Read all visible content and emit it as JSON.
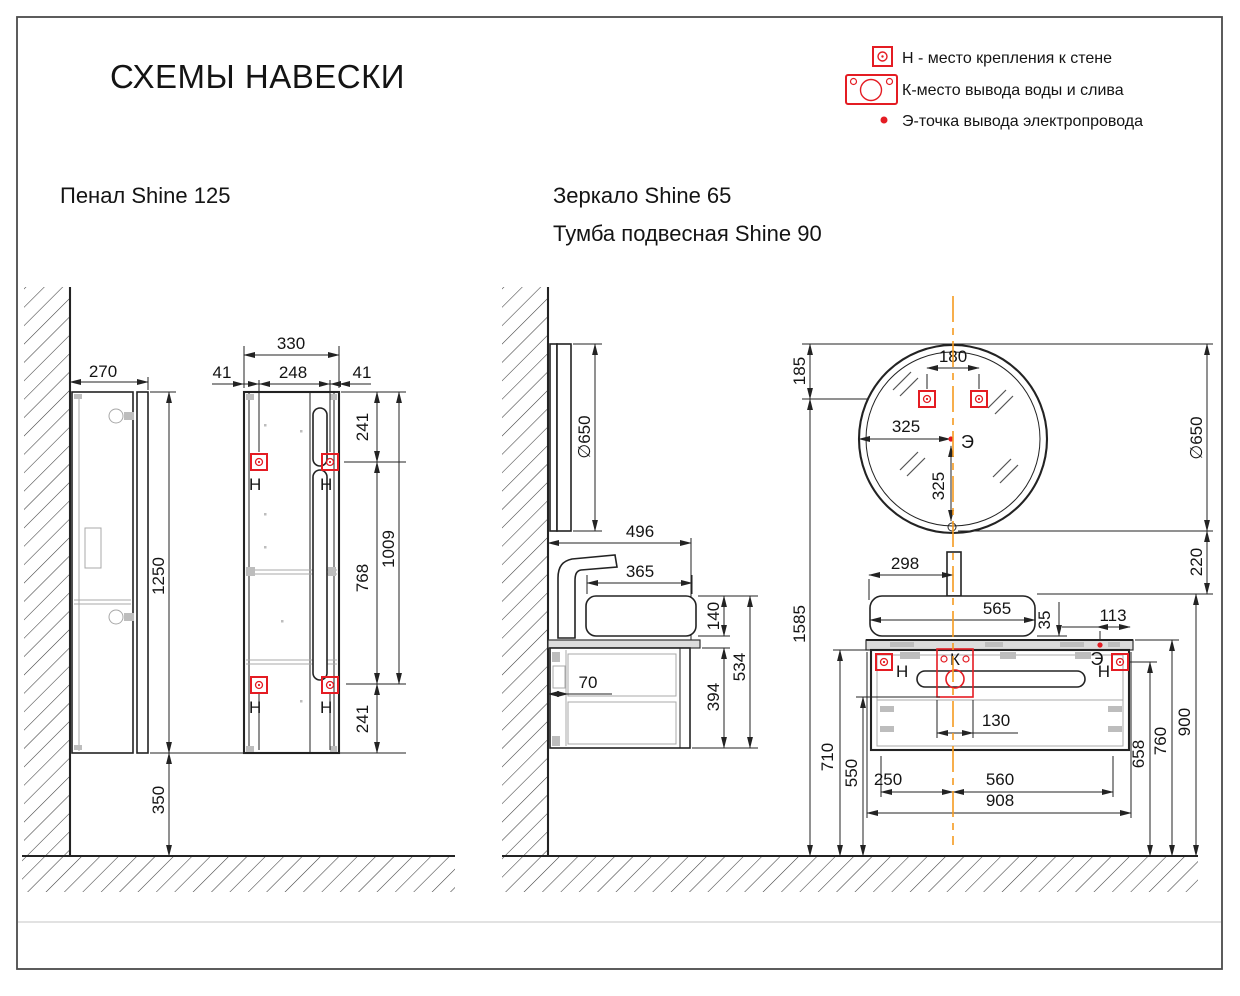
{
  "header": {
    "title": "СХЕМЫ НАВЕСКИ"
  },
  "legend": {
    "items": [
      {
        "icon": "wall-mount-icon",
        "label": "Н - место крепления к стене"
      },
      {
        "icon": "water-outlet-icon",
        "label": "К-место вывода воды и слива"
      },
      {
        "icon": "electric-point-icon",
        "label": "Э-точка вывода электропровода"
      }
    ]
  },
  "sections": {
    "pencil_label": "Пенал Shine 125",
    "mirror_label": "Зеркало Shine 65",
    "vanity_label": "Тумба подвесная Shine 90"
  },
  "drawings": {
    "pencil": {
      "wall_marker": "Н",
      "dims": {
        "depth": "270",
        "width": "330",
        "side_offset_left": "41",
        "mount_spacing": "248",
        "side_offset_right": "41",
        "top_to_mount": "241",
        "top_to_bottom_mount": "1009",
        "between_mounts": "768",
        "mount_to_bottom": "241",
        "height": "1250",
        "floor_clearance": "350"
      }
    },
    "vanity": {
      "markers": {
        "wall": "Н",
        "water": "К",
        "electric": "Э"
      },
      "dims": {
        "mirror_diameter_side": "∅650",
        "depth": "496",
        "sink_depth": "365",
        "sink_height": "140",
        "wall_gap": "70",
        "body_height": "394",
        "side_total_height": "534",
        "mount_line_height": "1585",
        "mirror_top_to_mount": "185",
        "mirror_mount_spacing": "180",
        "mirror_center_offset_h": "325",
        "mirror_center_offset_v": "325",
        "mirror_diameter_front": "∅650",
        "mirror_to_sink": "220",
        "faucet_offset": "298",
        "sink_width": "565",
        "sink_gap": "35",
        "electric_offset": "113",
        "body_top_height": "710",
        "drain_zone_height": "550",
        "drain_zone_width": "130",
        "drain_left_offset": "250",
        "drain_right_offset": "560",
        "width": "908",
        "mount_height": "658",
        "countertop_height": "760",
        "sink_top_height": "900"
      }
    }
  },
  "colors": {
    "accent_red": "#e41c23",
    "centerline_orange": "#f59b20"
  }
}
